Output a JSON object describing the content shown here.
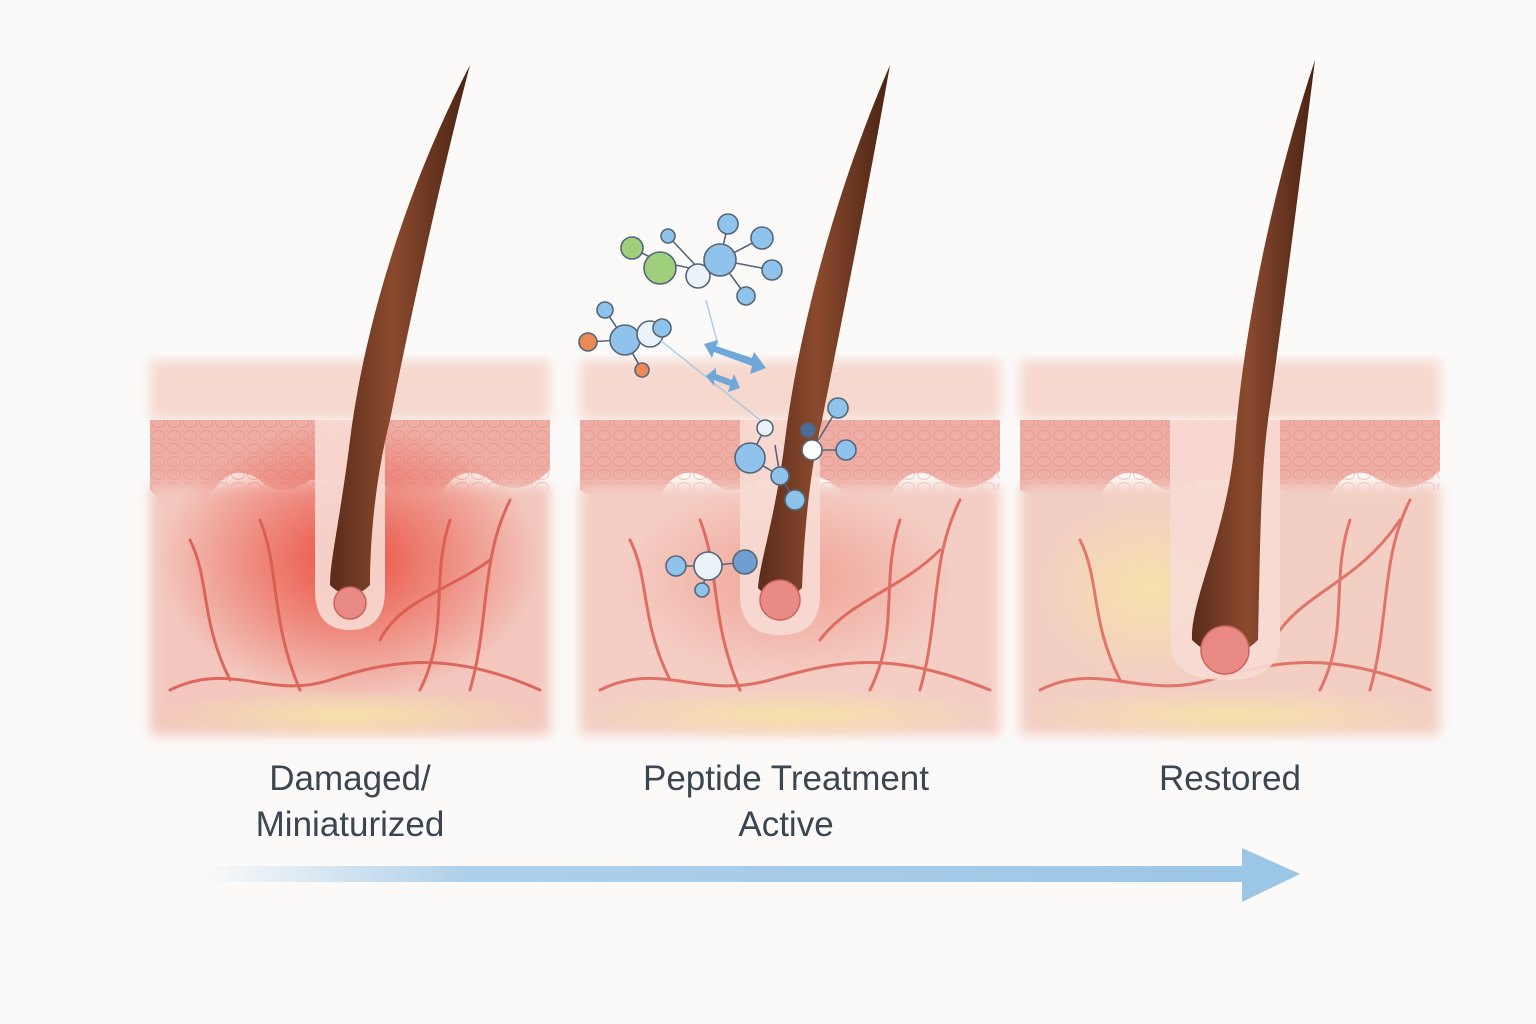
{
  "stages": [
    {
      "label_lines": [
        "Damaged/",
        "Miniaturized"
      ]
    },
    {
      "label_lines": [
        "Peptide Treatment",
        "Active"
      ]
    },
    {
      "label_lines": [
        "Restored"
      ]
    }
  ],
  "progress_arrow": {
    "color": "#9cc6e6"
  },
  "colors": {
    "skin_surface": "#f6d8cf",
    "epidermis": "#eeaea5",
    "dermis": "#f3c7bd",
    "hair_shaft": "#7a4028",
    "blood_vessel": "#d9584d",
    "inflammation": "#e8392b",
    "fat_tissue": "#f5dc9c",
    "peptide_blue": "#8fc3ec",
    "peptide_green": "#9fcf7c",
    "peptide_orange": "#ec8a55"
  }
}
